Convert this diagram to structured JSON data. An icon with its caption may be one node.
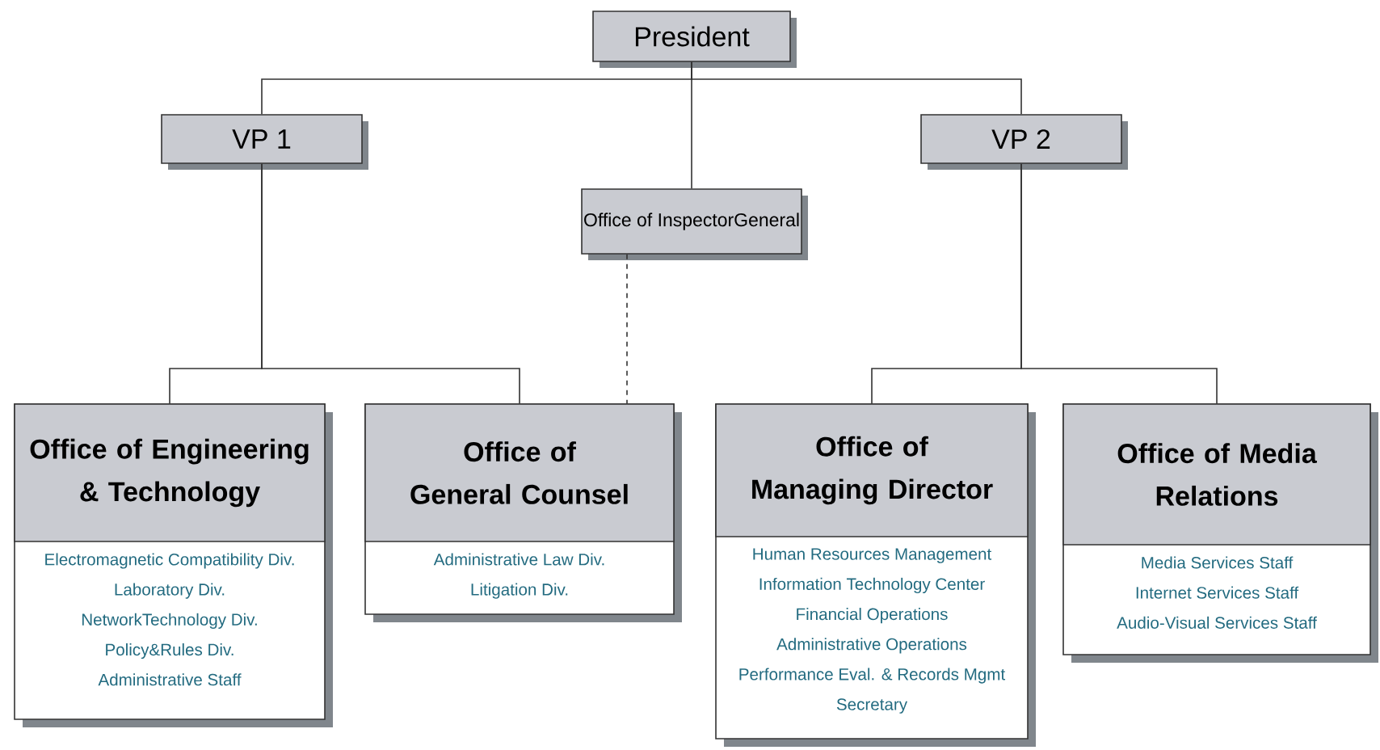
{
  "diagram": {
    "nodes": [
      {
        "text": [
          "President"
        ]
      },
      {
        "text": [
          "VP 1"
        ]
      },
      {
        "text": [
          "VP 2"
        ]
      },
      {
        "text": [
          "Office of InspectorGeneral"
        ]
      },
      {
        "text": [
          "Office of Engineering & Technology",
          "Electromagnetic Compatibility Div.",
          "Laboratory Div.",
          "NetworkTechnology Div.",
          "Policy&Rules Div.",
          "Administrative Staff"
        ]
      },
      {
        "text": [
          "Office of General Counsel",
          "Administrative Law Div.",
          "Litigation Div."
        ]
      },
      {
        "text": [
          "Office of Managing Director",
          "Human Resources Management",
          "Information Technology Center",
          "Financial Operations",
          "Administrative Operations",
          "Performance Eval. & Records Mgmt",
          "Secretary"
        ]
      },
      {
        "text": [
          "Office of Media Relations",
          "Media Services Staff",
          "Internet Services Staff",
          "Audio-Visual Services Staff"
        ]
      }
    ],
    "edges": [
      {
        "from": 0,
        "to": 1,
        "arrow": "none"
      },
      {
        "from": 0,
        "to": 3,
        "arrow": "none"
      },
      {
        "from": 0,
        "to": 2,
        "arrow": "none"
      },
      {
        "from": 1,
        "to": 4,
        "arrow": "none"
      },
      {
        "from": 1,
        "to": 5,
        "arrow": "none"
      },
      {
        "from": 3,
        "to": 5,
        "arrow": "none",
        "style": "dashed"
      },
      {
        "from": 2,
        "to": 6,
        "arrow": "none"
      },
      {
        "from": 2,
        "to": 7,
        "arrow": "none"
      }
    ]
  }
}
